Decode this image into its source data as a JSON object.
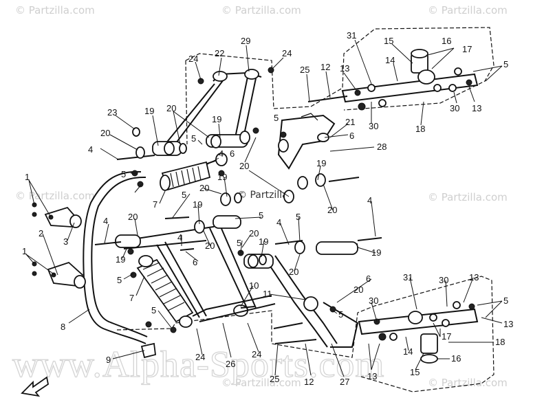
{
  "watermarks": {
    "partzilla": "© Partzilla.com",
    "partzilla_short": "© Partzilla",
    "alpha": "www.Alpha-Sports.com"
  },
  "labels": {
    "l1a": "1",
    "l1b": "1",
    "l2": "2",
    "l3": "3",
    "l4a": "4",
    "l4b": "4",
    "l4c": "4",
    "l4d": "4",
    "l4e": "4",
    "l4f": "4",
    "l5a": "5",
    "l5b": "5",
    "l5c": "5",
    "l5d": "5",
    "l5e": "5",
    "l5f": "5",
    "l5g": "5",
    "l5h": "5",
    "l5i": "5",
    "l5j": "5",
    "l5k": "5",
    "l6a": "6",
    "l6b": "6",
    "l6c": "6",
    "l6d": "6",
    "l7a": "7",
    "l7b": "7",
    "l8": "8",
    "l9": "9",
    "l10": "10",
    "l11": "11",
    "l12a": "12",
    "l12b": "12",
    "l13a": "13",
    "l13b": "13",
    "l13c": "13",
    "l13d": "13",
    "l13e": "13",
    "l14a": "14",
    "l14b": "14",
    "l15a": "15",
    "l15b": "15",
    "l16a": "16",
    "l16b": "16",
    "l17a": "17",
    "l17b": "17",
    "l18a": "18",
    "l18b": "18",
    "l19a": "19",
    "l19b": "19",
    "l19c": "19",
    "l19d": "19",
    "l19e": "19",
    "l19f": "19",
    "l19g": "19",
    "l19h": "19",
    "l20a": "20",
    "l20b": "20",
    "l20c": "20",
    "l20d": "20",
    "l20e": "20",
    "l20f": "20",
    "l20g": "20",
    "l20h": "20",
    "l20i": "20",
    "l20j": "20",
    "l21": "21",
    "l22": "22",
    "l23": "23",
    "l24a": "24",
    "l24b": "24",
    "l24c": "24",
    "l24d": "24",
    "l25a": "25",
    "l25b": "25",
    "l26": "26",
    "l27": "27",
    "l28": "28",
    "l29": "29",
    "l30a": "30",
    "l30b": "30",
    "l30c": "30",
    "l30d": "30",
    "l31a": "31",
    "l31b": "31"
  }
}
